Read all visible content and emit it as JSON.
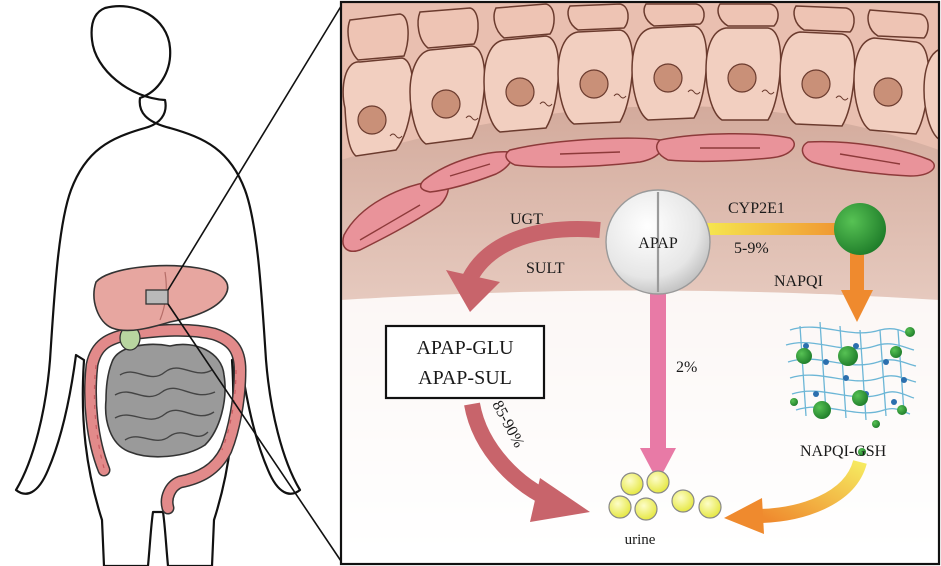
{
  "labels": {
    "ugt": "UGT",
    "sult": "SULT",
    "cyp": "CYP2E1",
    "cyp_pct": "5-9%",
    "apap": "APAP",
    "napqi": "NAPQI",
    "metab_glu": "APAP-GLU",
    "metab_sul": "APAP-SUL",
    "direct_pct": "2%",
    "conj_pct": "85-90%",
    "napqi_gsh": "NAPQI-GSH",
    "urine": "urine"
  },
  "colors": {
    "arrow_red": "#c8646b",
    "arrow_pink": "#e87aa6",
    "arrow_orange": "#ef8a2e",
    "arrow_yellow": "#f4d84a",
    "napqi_green": "#2e9a3a",
    "urine_yellow": "#eef04a",
    "cell": "#f2cfc0",
    "nucleus": "#c99078",
    "vessel": "#e9939a",
    "liver": "#e7a6a0",
    "colon": "#e28a8a",
    "small_intestine": "#9a9a9a"
  },
  "icons": [
    "apap-tablet-icon",
    "napqi-molecule-icon",
    "gsh-network-icon",
    "urine-droplets-icon",
    "human-body-icon"
  ]
}
